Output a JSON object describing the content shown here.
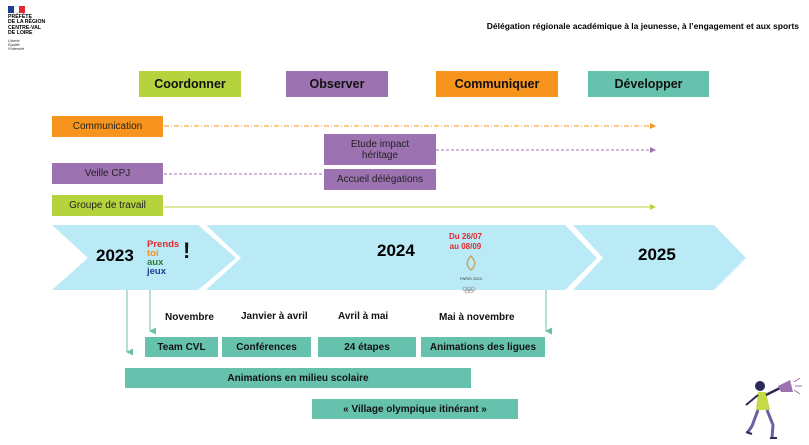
{
  "header": {
    "logo_lines": [
      "PRÉFÈTE",
      "DE LA RÉGION",
      "CENTRE-VAL",
      "DE LOIRE"
    ],
    "motto_lines": [
      "Liberté",
      "Égalité",
      "Fraternité"
    ],
    "title": "Délégation régionale académique à la jeunesse, à l’engagement et aux sports"
  },
  "verbs": [
    "Coordonner",
    "Observer",
    "Communiquer",
    "Développer"
  ],
  "colors": {
    "lime": "#b5d33d",
    "purple": "#9d72b0",
    "orange": "#f7941d",
    "teal": "#66c2ad",
    "light_blue": "#b9eaf6"
  },
  "actions": {
    "communication": "Communication",
    "etude": "Etude impact héritage",
    "veille": "Veille CPJ",
    "accueil": "Accueil délégations",
    "groupe": "Groupe de travail"
  },
  "timeline": {
    "years": [
      "2023",
      "2024",
      "2025"
    ],
    "prends_logo": [
      "Prends",
      "toi",
      "aux",
      "jeux",
      "!"
    ],
    "games_dates": [
      "Du 26/07",
      "au 08/09"
    ],
    "paris_logo": "PARIS 2024"
  },
  "months": [
    "Novembre",
    "Janvier à avril",
    "Avril à mai",
    "Mai à novembre"
  ],
  "events": [
    "Team CVL",
    "Conférences",
    "24 étapes",
    "Animations des ligues"
  ],
  "wide_events": [
    "Animations en milieu scolaire",
    "« Village olympique itinérant »"
  ]
}
